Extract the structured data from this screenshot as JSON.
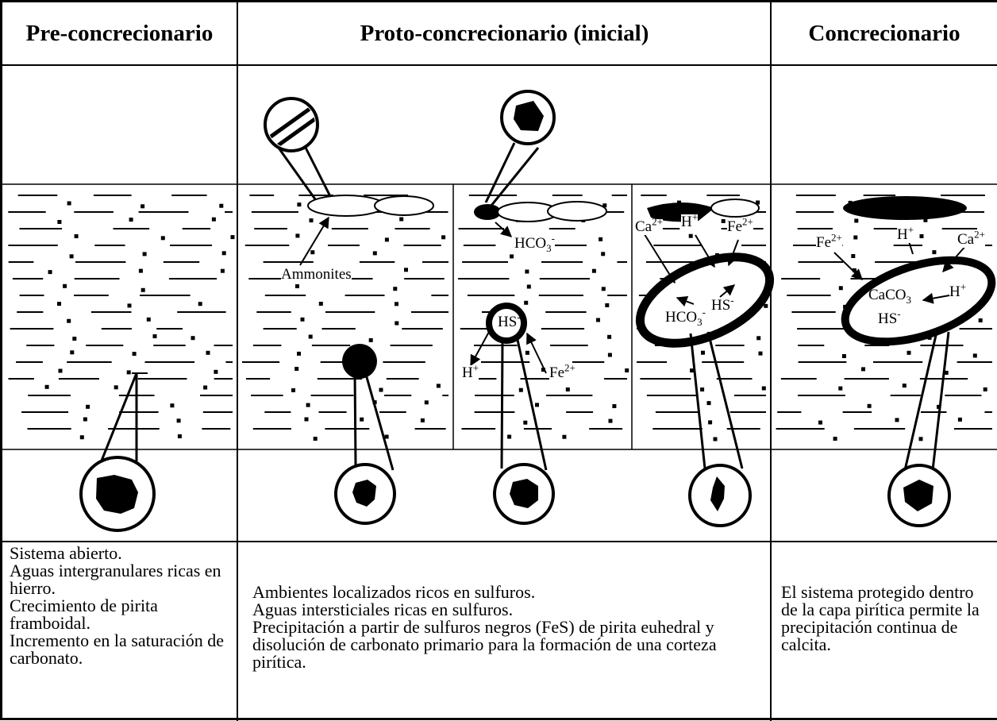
{
  "headers": {
    "pre": "Pre-concrecionario",
    "proto": "Proto-concrecionario (inicial)",
    "concr": "Concrecionario"
  },
  "labels": {
    "ammonites": "Ammonites",
    "hco3": "HCO",
    "hco3_sub": "3",
    "hco3_sup": "-",
    "hs": "HS",
    "hs_sup": "-",
    "h_ion": "H",
    "h_ion_sup": "+",
    "fe": "Fe",
    "fe_sup": "2+",
    "ca": "Ca",
    "ca_sup": "2+",
    "caco3": "CaCO",
    "caco3_sub": "3"
  },
  "descriptions": {
    "pre": "Sistema abierto.\nAguas intergranulares ricas en hierro.\nCrecimiento de pirita framboidal.\nIncremento en la saturación de carbonato.",
    "proto": "Ambientes localizados ricos en sulfuros.\nAguas intersticiales ricas en sulfuros.\nPrecipitación a partir de sulfuros negros (FeS) de pirita euhedral y disolución de carbonato primario para la formación de una corteza pirítica.",
    "concr": "El sistema protegido dentro de la capa pirítica permite la precipitación continua de calcita."
  }
}
